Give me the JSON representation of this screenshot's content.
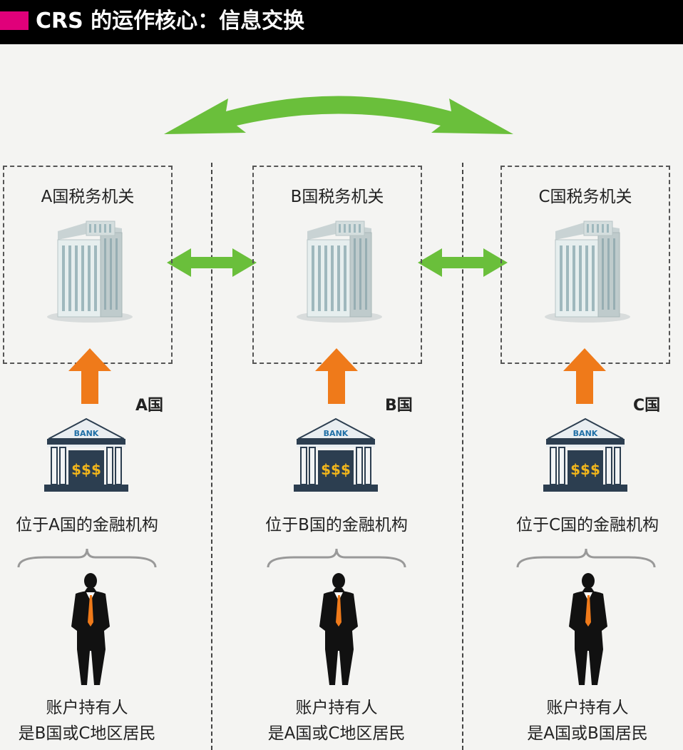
{
  "title": "CRS 的运作核心：信息交换",
  "colors": {
    "accent": "#e0007a",
    "green": "#6abf3b",
    "orange": "#ef7a1a"
  },
  "columns": [
    {
      "agency": "A国税务机关",
      "country": "A国",
      "institution": "位于A国的金融机构",
      "holder_line1": "账户持有人",
      "holder_line2": "是B国或C地区居民"
    },
    {
      "agency": "B国税务机关",
      "country": "B国",
      "institution": "位于B国的金融机构",
      "holder_line1": "账户持有人",
      "holder_line2": "是A国或C地区居民"
    },
    {
      "agency": "C国税务机关",
      "country": "C国",
      "institution": "位于C国的金融机构",
      "holder_line1": "账户持有人",
      "holder_line2": "是A国或B国居民"
    }
  ],
  "bank_sign": "BANK",
  "bank_money": "$$$",
  "icons": [
    "tax-office-building-icon",
    "bank-icon",
    "account-holder-person-icon",
    "up-arrow-icon",
    "double-arrow-icon",
    "curly-brace-icon"
  ]
}
